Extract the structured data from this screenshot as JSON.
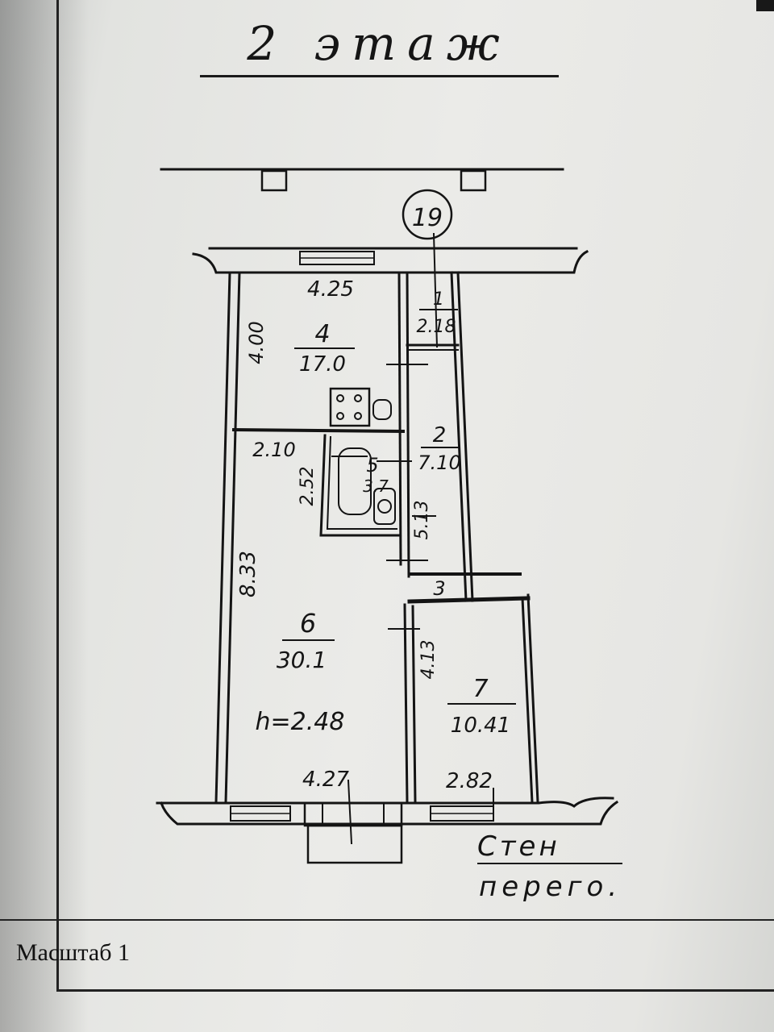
{
  "header": {
    "floor_title": "2 этаж"
  },
  "building_marker": "19",
  "rooms": [
    {
      "number": "1",
      "area": "2.18"
    },
    {
      "number": "2",
      "area": "7.10"
    },
    {
      "number": "3",
      "area": ""
    },
    {
      "number": "4",
      "area": "17.0"
    },
    {
      "number": "5",
      "area": "3.7"
    },
    {
      "number": "6",
      "area": "30.1"
    },
    {
      "number": "7",
      "area": "10.41"
    }
  ],
  "dimensions": {
    "top_width": "4.25",
    "room4_height": "4.00",
    "bath_width": "2.10",
    "bath_height": "2.52",
    "room6_height": "8.33",
    "corridor_length": "5.13",
    "room7_depth": "4.13",
    "bottom_left": "4.27",
    "bottom_right": "2.82"
  },
  "ceiling_height": "h=2.48",
  "legend": {
    "line1": "Стен",
    "line2": "перего."
  },
  "footer": {
    "scale_label": "Масштаб 1"
  }
}
